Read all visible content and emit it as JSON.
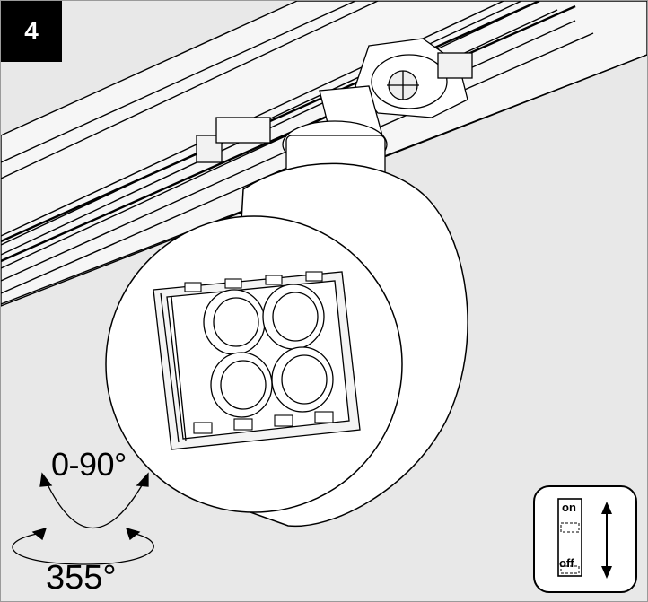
{
  "step": {
    "number": "4"
  },
  "rotation": {
    "tilt_label": "0-90°",
    "pan_label": "355°"
  },
  "switch": {
    "on_label": "on",
    "off_label": "off"
  },
  "colors": {
    "background": "#e8e8e8",
    "badge": "#000000",
    "fixture_body": "#ffffff",
    "linework": "#000000"
  }
}
